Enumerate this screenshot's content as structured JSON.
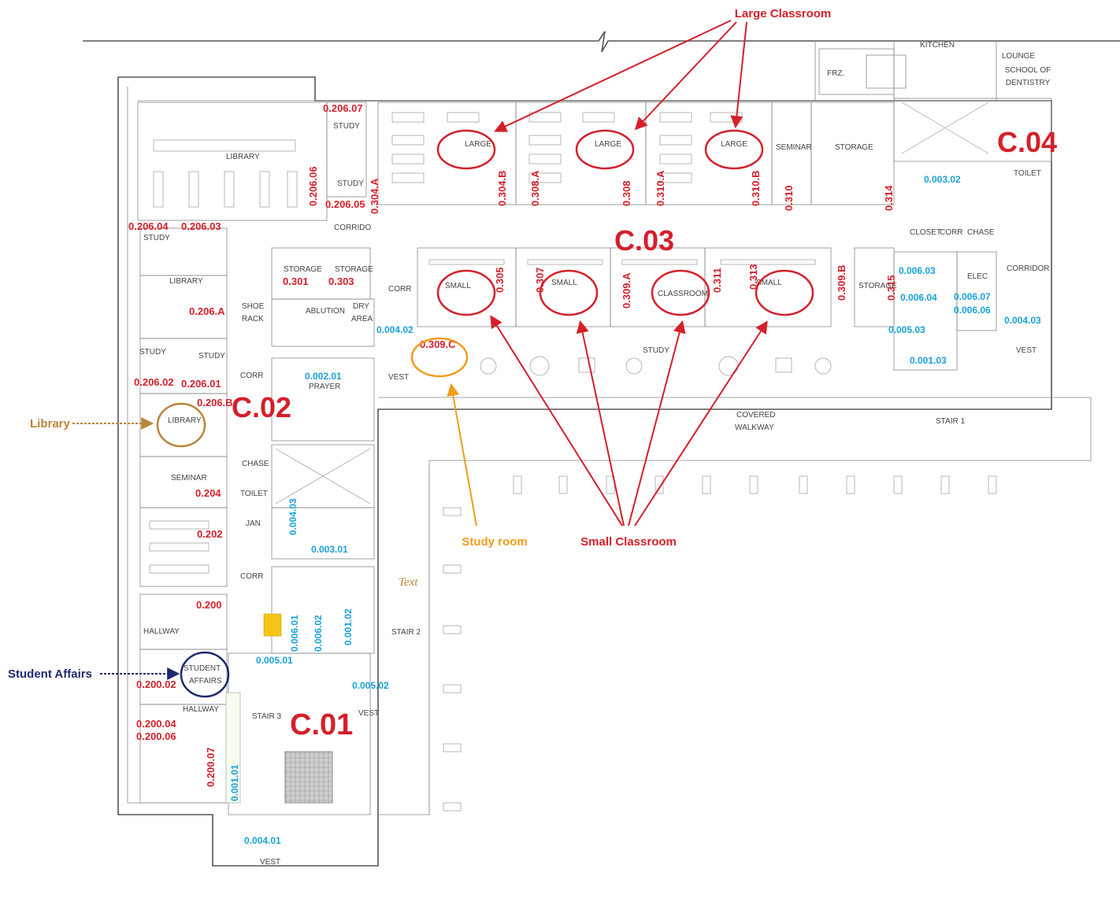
{
  "annotations": {
    "large_classroom": "Large Classroom",
    "small_classroom": "Small Classroom",
    "study_room": "Study room",
    "library": "Library",
    "student_affairs": "Student Affairs",
    "text": "Text"
  },
  "zones": {
    "c01": "C.01",
    "c02": "C.02",
    "c03": "C.03",
    "c04": "C.04"
  },
  "room_labels": {
    "lounge": "LOUNGE",
    "school_of": "SCHOOL OF",
    "dentistry": "DENTISTRY",
    "kitchen": "KITCHEN",
    "frz": "FRZ.",
    "storage": "STORAGE",
    "seminar": "SEMINAR",
    "toilet": "TOILET",
    "chase": "CHASE",
    "corr": "CORR",
    "corridor": "CORRIDOR",
    "closet": "CLOSET",
    "elec": "ELEC",
    "vest": "VEST",
    "stair_1": "STAIR 1",
    "stair_2": "STAIR 2",
    "stair_3": "STAIR 3",
    "covered": "COVERED",
    "walkway": "WALKWAY",
    "library": "LIBRARY",
    "study": "STUDY",
    "shoe": "SHOE",
    "rack": "RACK",
    "ablution": "ABLUTION",
    "dry": "DRY",
    "area": "AREA",
    "prayer": "PRAYER",
    "jan": "JAN",
    "hallway": "HALLWAY",
    "student": "STUDENT",
    "affairs": "AFFAIRS",
    "large": "LARGE",
    "classroom": "CLASSROOM",
    "small": "SMALL",
    "corrido": "CORRIDO"
  },
  "room_ids_red": {
    "r206_07": "0.206.07",
    "r206_06": "0.206.06",
    "r206_05": "0.206.05",
    "r206_04": "0.206.04",
    "r206_03": "0.206.03",
    "r206_a": "0.206.A",
    "r206_02": "0.206.02",
    "r206_01": "0.206.01",
    "r206_b": "0.206.B",
    "r304_a": "0.304.A",
    "r304_b": "0.304.B",
    "r308_a": "0.308.A",
    "r308": "0.308",
    "r310_a": "0.310.A",
    "r310_b": "0.310.B",
    "r310": "0.310",
    "r314": "0.314",
    "r301": "0.301",
    "r303": "0.303",
    "r305": "0.305",
    "r307": "0.307",
    "r309_a": "0.309.A",
    "r311": "0.311",
    "r313": "0.313",
    "r309_b": "0.309.B",
    "r309_c": "0.309.C",
    "r204": "0.204",
    "r202": "0.202",
    "r200": "0.200",
    "r200_02": "0.200.02",
    "r200_04": "0.200.04",
    "r200_06": "0.200.06",
    "r200_07": "0.200.07",
    "r315": "0.315"
  },
  "room_ids_blue": {
    "b003_02": "0.003.02",
    "b006_03": "0.006.03",
    "b006_04": "0.006.04",
    "b006_07": "0.006.07",
    "b006_06": "0.006.06",
    "b005_03": "0.005.03",
    "b001_03": "0.001.03",
    "b004_03": "0.004.03",
    "b004_02": "0.004.02",
    "b002_01": "0.002.01",
    "b001_02_v": "0.001.02",
    "b003_01": "0.003.01",
    "b006_01": "0.006.01",
    "b006_02": "0.006.02",
    "b005_01": "0.005.01",
    "b005_02": "0.005.02",
    "b001_01": "0.001.01",
    "b004_01": "0.004.01",
    "b004_03_v": "0.004.03"
  },
  "colors": {
    "red": "#d4202a",
    "blue": "#1aa1d8",
    "orange": "#f29b1d",
    "brown": "#b8863b",
    "navy": "#1c2a6e",
    "green": "#7cc242",
    "purple": "#8e2b8a"
  }
}
